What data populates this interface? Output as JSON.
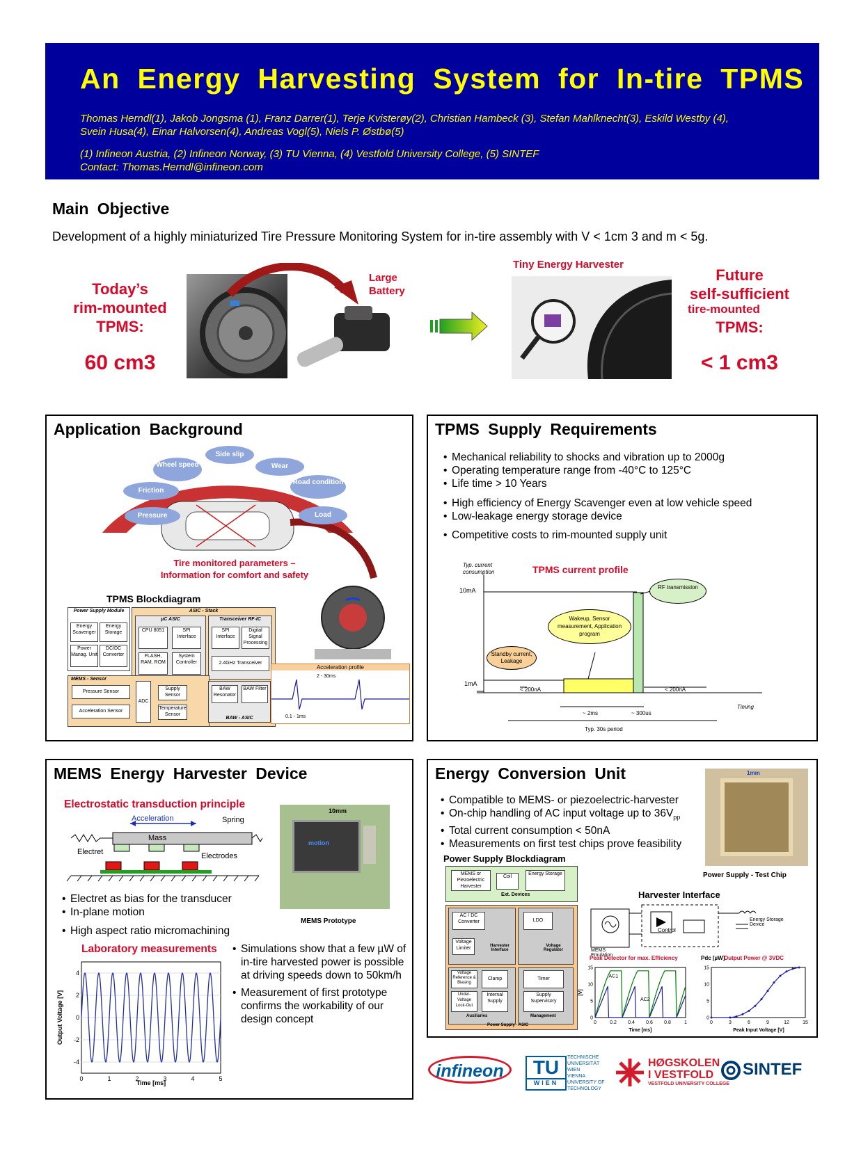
{
  "header": {
    "title": "An Energy Harvesting System for In-tire TPMS",
    "authors_line1": "Thomas Herndl(1), Jakob Jongsma (1), Franz Darrer(1), Terje Kvisterøy(2), Christian Hambeck (3), Stefan Mahlknecht(3), Eskild Westby (4),",
    "authors_line2": "Svein Husa(4), Einar Halvorsen(4), Andreas Vogl(5), Niels P. Østbø(5)",
    "affiliations": "(1) Infineon Austria, (2) Infineon Norway, (3) TU Vienna, (4) Vestfold University College, (5) SINTEF",
    "contact": "Contact: Thomas.Herndl@infineon.com"
  },
  "main_objective": {
    "heading": "Main Objective",
    "text": "Development of a highly miniaturized Tire Pressure Monitoring System for in-tire assembly with V < 1cm 3 and m < 5g.",
    "today_label_1": "Today’s",
    "today_label_2": "rim-mounted",
    "today_label_3": "TPMS:",
    "today_volume": "60 cm3",
    "large_battery_1": "Large",
    "large_battery_2": "Battery",
    "tiny_harvester": "Tiny Energy Harvester",
    "future_label_1": "Future",
    "future_label_2": "self-sufficient",
    "future_label_3": "tire-mounted",
    "future_label_4": "TPMS:",
    "future_volume": "< 1 cm3"
  },
  "application_background": {
    "heading": "Application Background",
    "parameters": [
      "Pressure",
      "Friction",
      "Wheel speed",
      "Side slip",
      "Wear",
      "Road condition",
      "Load"
    ],
    "caption_1": "Tire monitored parameters –",
    "caption_2": "Information for comfort and safety",
    "blockdiagram_title": "TPMS Blockdiagram",
    "blocks": {
      "power_supply": "Power Supply Module",
      "energy_scavenger": "Energy Scavenger",
      "energy_storage": "Energy Storage",
      "power_mgmt": "Power Manag. Unit",
      "dcdc": "DC/DC Converter",
      "asic_stack": "ASIC - Stack",
      "uc_asic": "µC ASIC",
      "cpu": "CPU 8051",
      "spi": "SPI Interface",
      "flash": "FLASH, RAM, ROM",
      "system_ctrl": "System Controller",
      "transceiver": "Transceiver RF-IC",
      "spi_if": "SPI Interface",
      "dsp": "Digital Signal Processing",
      "rf": "2.4GHz Transceiver",
      "mems_sensor": "MEMS - Sensor",
      "pressure_sensor": "Pressure Sensor",
      "accel_sensor": "Acceleration Sensor",
      "adc": "ADC",
      "supply_sensor": "Supply Sensor",
      "temp_sensor": "Temperature Sensor",
      "baw_res": "BAW Resonator",
      "baw_filter": "BAW Filter",
      "baw_asic": "BAW - ASIC"
    },
    "accel_profile": "Acceleration profile",
    "accel_span": "2 - 30ms",
    "accel_pulse": "0.1 - 1ms"
  },
  "supply_requirements": {
    "heading": "TPMS Supply Requirements",
    "group1": [
      "Mechanical reliability to shocks and vibration up to 2000g",
      "Operating temperature range from -40°C to 125°C",
      "Life time > 10 Years"
    ],
    "group2": [
      "High efficiency of Energy Scavenger even at low vehicle speed",
      "Low-leakage energy storage device"
    ],
    "group3": [
      "Competitive costs to rim-mounted supply unit"
    ],
    "profile_title": "TPMS current profile",
    "y_axis_label_1": "Typ. current",
    "y_axis_label_2": "consumption",
    "y_10mA": "10mA",
    "y_1mA": "1mA",
    "rf_label": "RF transmission",
    "wakeup_label": "Wakeup, Sensor measurement, Application program",
    "standby_label": "Standby current, Leakage",
    "lt200_left": "< 200nA",
    "lt200_right": "< 200nA",
    "t_2ms": "~ 2ms",
    "t_300us": "~ 300us",
    "timing": "Timing",
    "period": "Typ. 30s period"
  },
  "mems_harvester": {
    "heading": "MEMS Energy Harvester Device",
    "principle": "Electrostatic transduction principle",
    "acceleration": "Acceleration",
    "spring": "Spring",
    "mass": "Mass",
    "electret": "Electret",
    "electrodes": "Electrodes",
    "bullets": [
      "Electret as bias for the transducer",
      "In-plane motion"
    ],
    "bullet_last": "High aspect ratio micromachining",
    "prototype_scale": "10mm",
    "prototype_motion": "motion",
    "prototype_caption": "MEMS Prototype",
    "lab_title": "Laboratory measurements",
    "sim_bullets": [
      "Simulations show that a few µW of in-tire harvested power is possible at driving speeds down to 50km/h",
      "Measurement of first prototype confirms the workability of our design concept"
    ]
  },
  "energy_conversion": {
    "heading": "Energy Conversion Unit",
    "bullets": [
      "Compatible to MEMS- or piezoelectric-harvester",
      "On-chip handling of AC input voltage up to 36V",
      "Total current consumption < 50nA",
      "Measurements on first test chips prove feasibility"
    ],
    "pp": "pp",
    "chip_scale": "1mm",
    "chip_caption": "Power Supply - Test Chip",
    "psbd_title": "Power Supply Blockdiagram",
    "psbd": {
      "mems": "MEMS or Piezoelectric Harvester",
      "coil": "Coil",
      "storage": "Energy Storage",
      "ext": "Ext. Devices",
      "acdc": "AC / DC Converter",
      "ldo": "LDO",
      "vlim": "Voltage Limiter",
      "harv_if": "Harvester Interface",
      "vreg": "Voltage Regulator",
      "vref": "Voltage Reference & Biasing",
      "clamp": "Clamp",
      "timer": "Timer",
      "uvlo": "Under-Voltage Lock-Out",
      "int_supply": "Internal Supply",
      "supervisory": "Supply Supervisory",
      "auxiliaries": "Auxiliaries",
      "management": "Management",
      "asic": "Power Supply - ASIC"
    },
    "hi_title": "Harvester Interface",
    "hi_mems": "MEMS Emulation",
    "hi_control": "Control",
    "hi_storage": "Energy Storage Device",
    "peak_title": "Peak Detector for max. Efficiency",
    "output_title": "Output Power @ 3VDC",
    "pdc_label": "Pdc [µW]"
  },
  "logos": {
    "infineon": "infineon",
    "tu": "TU",
    "tu_wien": "WIEN",
    "tu_text": [
      "TECHNISCHE",
      "UNIVERSITÄT",
      "WIEN",
      "VIENNA",
      "UNIVERSITY OF",
      "TECHNOLOGY"
    ],
    "hive_1": "HØGSKOLEN",
    "hive_2": "I VESTFOLD",
    "hive_3": "VESTFOLD UNIVERSITY COLLEGE",
    "sintef": "SINTEF"
  },
  "chart_data": [
    {
      "type": "line",
      "title": "Laboratory measurements",
      "xlabel": "Time [ms]",
      "ylabel": "Output Voltage [V]",
      "xlim": [
        0,
        5
      ],
      "ylim": [
        -5,
        5
      ],
      "xticks": [
        0,
        1,
        2,
        3,
        4,
        5
      ],
      "yticks": [
        -4,
        -2,
        0,
        2,
        4
      ],
      "series": [
        {
          "frequency_khz": 2.0,
          "amplitude_v": 4.0,
          "color": "#2030a0"
        }
      ]
    },
    {
      "type": "line",
      "title": "Peak Detector for max. Efficiency",
      "xlabel": "Time [ms]",
      "ylabel": "[V]",
      "xlim": [
        0,
        1.0
      ],
      "ylim": [
        0,
        15
      ],
      "xticks": [
        0,
        0.2,
        0.4,
        0.6,
        0.8,
        1.0
      ],
      "yticks": [
        0,
        5,
        10,
        15
      ],
      "series": [
        {
          "name": "AC1",
          "color": "#008000"
        },
        {
          "name": "AC2",
          "color": "#1a1aa0"
        }
      ]
    },
    {
      "type": "line",
      "title": "Output Power @ 3VDC",
      "xlabel": "Peak Input Voltage [V]",
      "ylabel": "Pdc [µW]",
      "xlim": [
        0,
        15
      ],
      "ylim": [
        0,
        15
      ],
      "xticks": [
        0,
        3,
        6,
        9,
        12,
        15
      ],
      "yticks": [
        0,
        5,
        10,
        15
      ],
      "x": [
        0,
        3,
        4,
        5,
        6,
        7,
        8,
        9,
        10,
        11,
        12,
        13,
        14
      ],
      "y": [
        0,
        0,
        0.3,
        1,
        2,
        3.5,
        5.5,
        8,
        10.5,
        12.5,
        13.8,
        14.6,
        15
      ]
    }
  ]
}
